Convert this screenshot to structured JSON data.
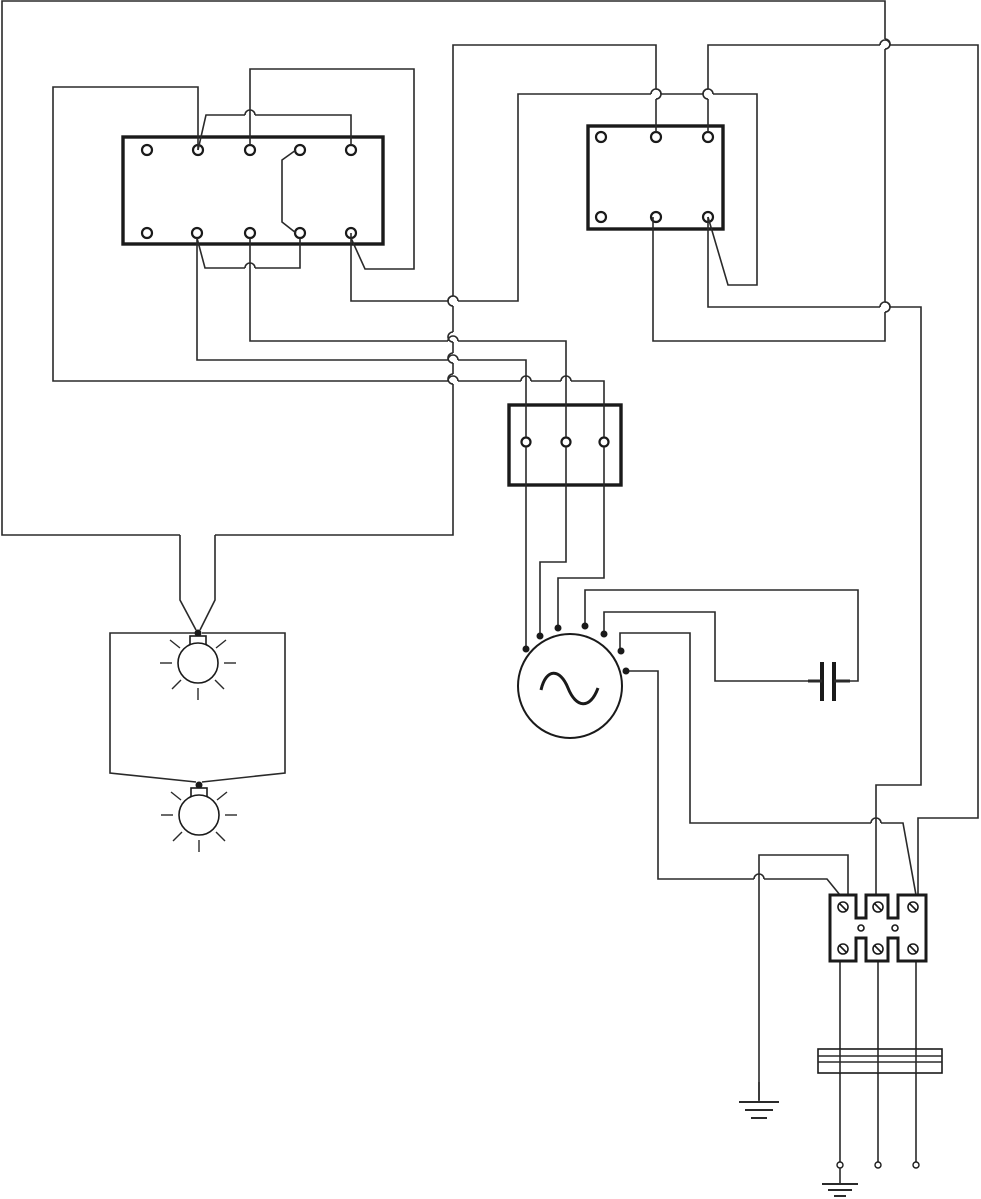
{
  "diagram": {
    "components": [
      {
        "name": "switch-block-10-terminal",
        "terminals": 10
      },
      {
        "name": "switch-block-6-terminal",
        "terminals": 6
      },
      {
        "name": "terminal-block-3",
        "terminals": 3
      },
      {
        "name": "motor",
        "symbol": "~"
      },
      {
        "name": "capacitor"
      },
      {
        "name": "pilot-lamp-upper"
      },
      {
        "name": "pilot-lamp-lower"
      },
      {
        "name": "fuse-terminal-block",
        "terminals": 6
      },
      {
        "name": "cable-clamp"
      },
      {
        "name": "ground-symbol-left"
      },
      {
        "name": "ground-symbol-bottom"
      }
    ],
    "colors": {
      "line": "#2a2a2a",
      "background": "#ffffff"
    }
  }
}
